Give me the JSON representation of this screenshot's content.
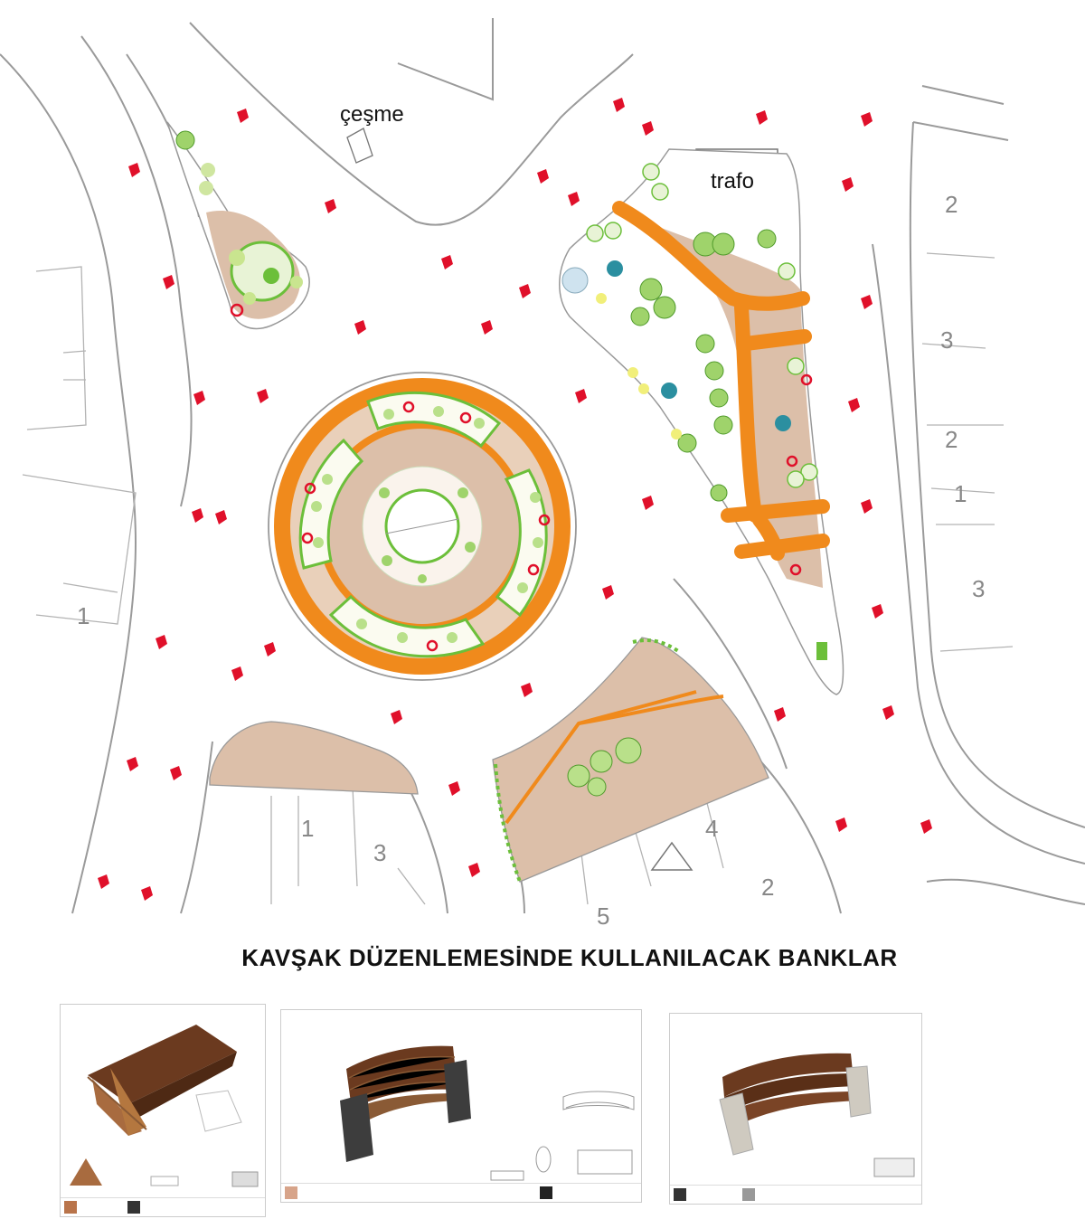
{
  "plan": {
    "label_fountain": "çeşme",
    "label_transformer": "trafo",
    "lot_numbers": [
      "2",
      "3",
      "2",
      "1",
      "3",
      "1",
      "1",
      "3",
      "4",
      "2",
      "5"
    ]
  },
  "title": "KAVŞAK DÜZENLEMESİNDE KULLANILACAK BANKLAR",
  "benches": [
    {
      "id": "bench-1",
      "header_bold": "",
      "header_note": ""
    },
    {
      "id": "bench-2",
      "header_bold": "",
      "header_note": ""
    },
    {
      "id": "bench-3",
      "header_bold": "",
      "header_note": ""
    }
  ],
  "colors": {
    "paving": "#dcbfa9",
    "path_orange": "#f08a1c",
    "planting_green": "#6cbf3a",
    "flower_red": "#e0102a",
    "road_line": "#9a9a9a",
    "wood_brown": "#6b3a1f",
    "stone_grey": "#cfcac0",
    "metal_dark": "#3d3d3d"
  }
}
